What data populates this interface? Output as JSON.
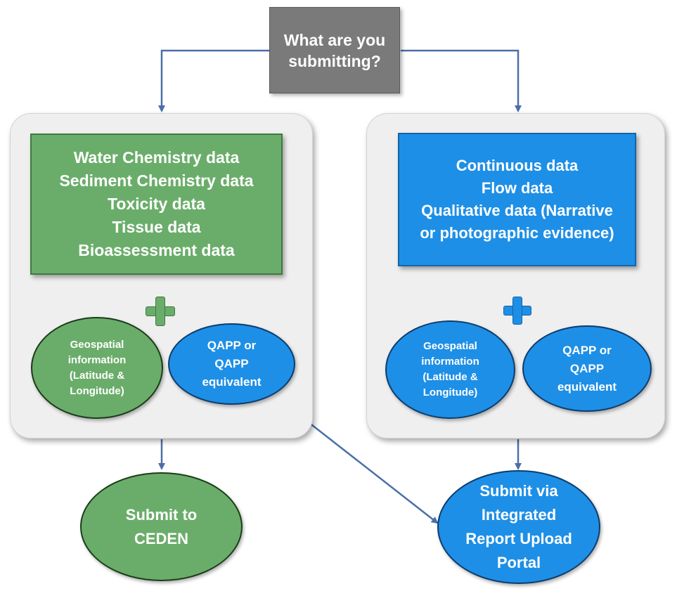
{
  "question": {
    "line1": "What are you",
    "line2": "submitting?"
  },
  "left": {
    "data_types": [
      "Water Chemistry data",
      "Sediment Chemistry data",
      "Toxicity data",
      "Tissue data",
      "Bioassessment data"
    ],
    "geo": [
      "Geospatial",
      "information",
      "(Latitude &",
      "Longitude)"
    ],
    "qapp": [
      "QAPP or",
      "QAPP",
      "equivalent"
    ],
    "submit": [
      "Submit to",
      "CEDEN"
    ]
  },
  "right": {
    "data_types": [
      "Continuous data",
      "Flow data",
      "Qualitative data (Narrative",
      "or photographic evidence)"
    ],
    "geo": [
      "Geospatial",
      "information",
      "(Latitude &",
      "Longitude)"
    ],
    "qapp": [
      "QAPP or",
      "QAPP",
      "equivalent"
    ],
    "submit": [
      "Submit via",
      "Integrated",
      "Report Upload",
      "Portal"
    ]
  },
  "colors": {
    "green": "#6aad6a",
    "blue": "#1e8fe6",
    "gray": "#7a7a7a",
    "arrow": "#4a6fa8",
    "panel": "#efefef"
  }
}
